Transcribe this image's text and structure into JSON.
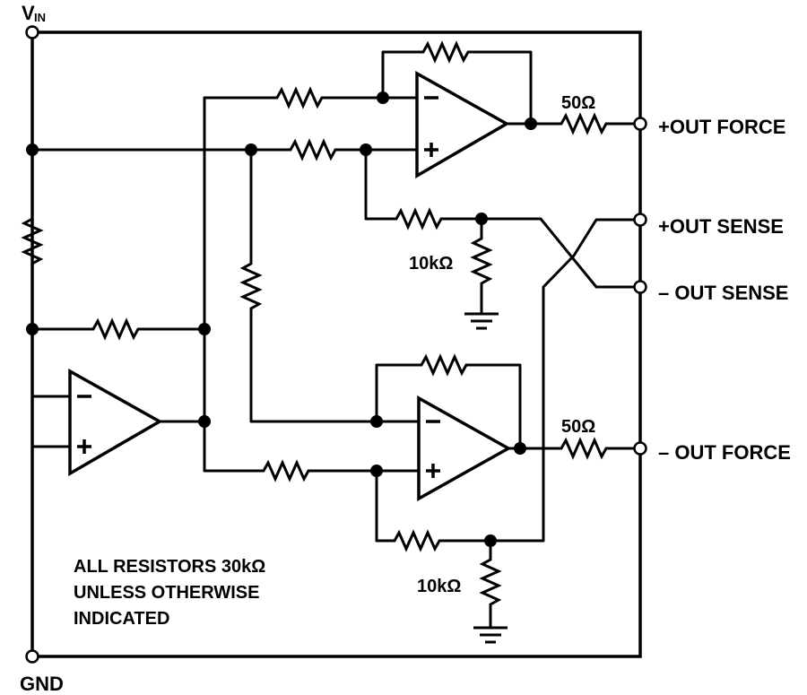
{
  "labels": {
    "vin": "V",
    "vin_sub": "IN",
    "gnd": "GND",
    "out_force_pos": "+OUT FORCE",
    "out_sense_pos": "+OUT SENSE",
    "out_sense_neg": "– OUT SENSE",
    "out_force_neg": "– OUT FORCE",
    "r_50_top": "50Ω",
    "r_50_bottom": "50Ω",
    "r_10k_top": "10kΩ",
    "r_10k_bottom": "10kΩ",
    "note_line1": "ALL RESISTORS 30kΩ",
    "note_line2": "UNLESS OTHERWISE",
    "note_line3": "INDICATED"
  },
  "opamp_symbols": {
    "minus": "–",
    "plus": "+"
  }
}
